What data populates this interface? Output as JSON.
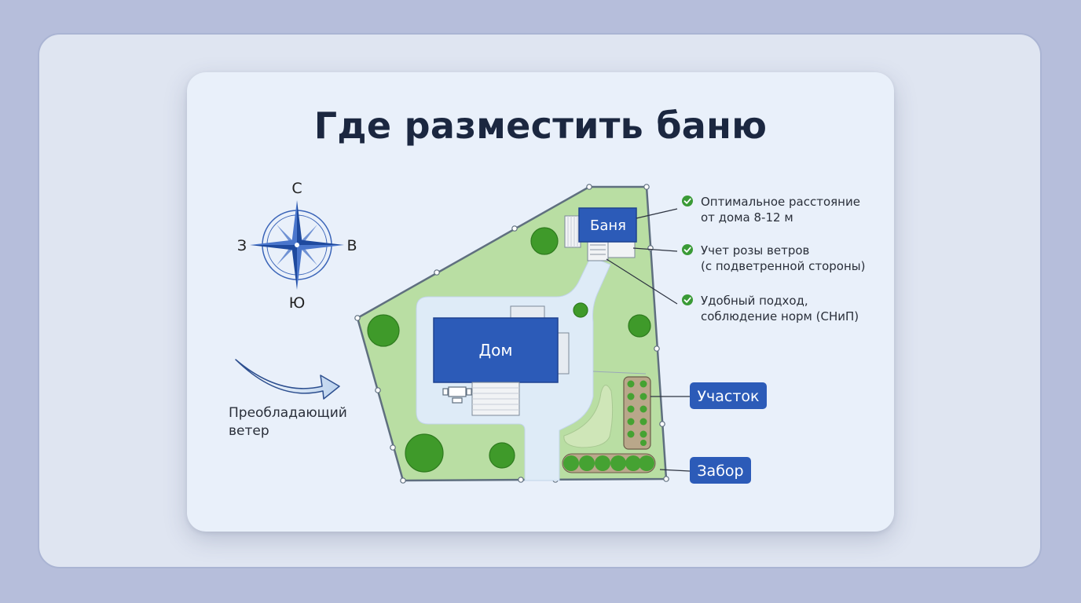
{
  "title": "Где разместить баню",
  "compass": {
    "north": "С",
    "south": "Ю",
    "west": "З",
    "east": "В"
  },
  "wind": {
    "line1": "Преобладающий",
    "line2": "ветер"
  },
  "buildings": {
    "house": "Дом",
    "bathhouse": "Баня"
  },
  "checklist": [
    {
      "line1": "Оптимальное расстояние",
      "line2": "от дома 8-12 м"
    },
    {
      "line1": "Учет розы ветров",
      "line2": "(с подветренной стороны)"
    },
    {
      "line1": "Удобный подход,",
      "line2": "соблюдение норм (СНиП)"
    }
  ],
  "tags": {
    "plot": "Участок",
    "fence": "Забор"
  },
  "colors": {
    "building_blue": "#2c5bb8",
    "lawn_green": "#b9dea3",
    "tree_green": "#3f9a2a",
    "check_green": "#3a9a36",
    "path": "#deebf7",
    "title_text": "#1b2740"
  }
}
